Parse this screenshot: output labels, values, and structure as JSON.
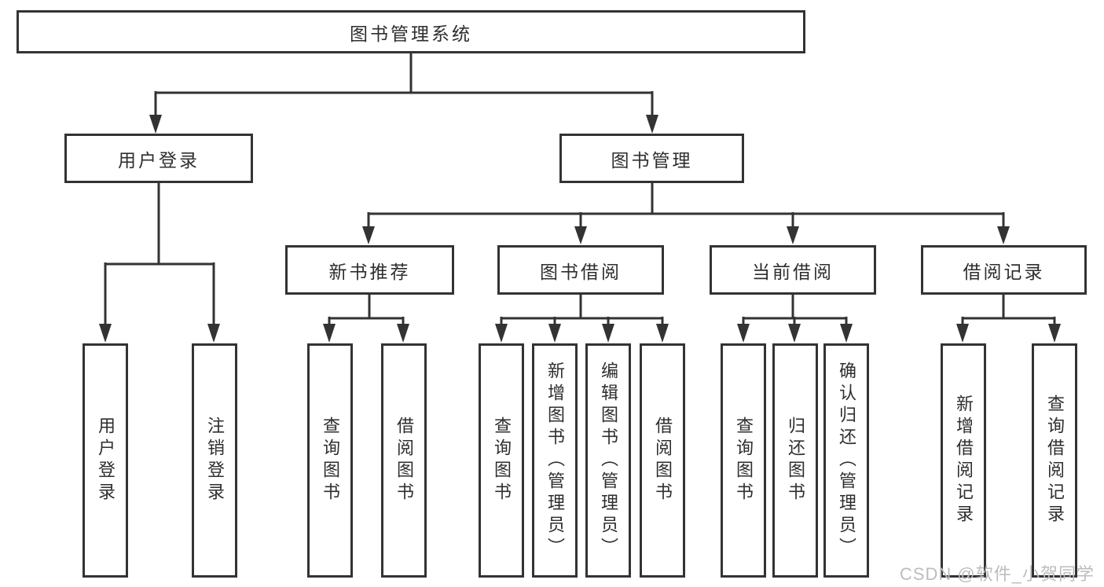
{
  "title": "图书管理系统",
  "colors": {
    "line": "#333333",
    "box_fill": "#ffffff",
    "text": "#2e2e2e",
    "watermark": "#bdbdbd"
  },
  "nodes": {
    "branches": [
      {
        "label": "用户登录",
        "children": [
          "用户登录",
          "注销登录"
        ]
      },
      {
        "label": "图书管理",
        "sections": [
          {
            "label": "新书推荐",
            "children": [
              "查询图书",
              "借阅图书"
            ]
          },
          {
            "label": "图书借阅",
            "children": [
              "查询图书",
              "新增图书（管理员）",
              "编辑图书（管理员）",
              "借阅图书"
            ]
          },
          {
            "label": "当前借阅",
            "children": [
              "查询图书",
              "归还图书",
              "确认归还（管理员）"
            ]
          },
          {
            "label": "借阅记录",
            "children": [
              "新增借阅记录",
              "查询借阅记录"
            ]
          }
        ]
      }
    ]
  },
  "watermark": "CSDN @软件_小贺同学"
}
